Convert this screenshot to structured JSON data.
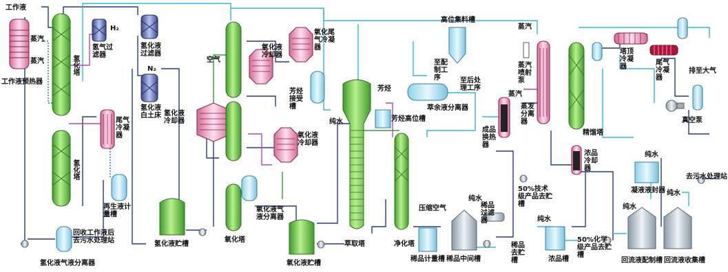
{
  "title": "",
  "labels": {
    "working_fluid": "工作液",
    "steam_1": "蒸汽",
    "steam_2": "蒸汽",
    "fluid_preheater": "工作液预热器",
    "hydrogenation_tower": "氢化塔",
    "h2_filter": "氢气过滤器",
    "h2": "H₂",
    "hydro_filter": "氢化液过滤器",
    "n2": "N₂",
    "clay_bed": "氢化液白土床",
    "tail_condenser_1": "尾气冷凝器",
    "regen_meter": "再生液计量槽",
    "return_to_wwtp": "回收工作液后去污水处理站",
    "hydro_separator": "氢化液气液分离器",
    "hydro_storage": "氢化液贮槽",
    "hydro_cooler": "氢化液冷却器",
    "air": "空气",
    "oxid_tower": "氧化塔",
    "oxid_cooler_1": "氧化液冷却器",
    "tail_cooler": "氧化尾气冷凝器",
    "arom_tank_1": "芳烃接受槽",
    "oxid_cooler_2": "氧化液冷却器",
    "oxid_separator": "氧化液气液分离器",
    "oxid_storage": "氧化液贮槽",
    "pure_water_1": "纯水",
    "extraction_tower": "萃取塔",
    "arom_label": "芳烃",
    "arom_high_tank": "芳烃高位槽",
    "purif_tower": "净化塔",
    "high_feed": "高位集料槽",
    "to_dosing": "至配制工序",
    "to_post": "至后处理工序",
    "raffinate_sep": "萃余液分离器",
    "comp_air": "压缩空气",
    "crude_meter": "稀品计量槽",
    "pure_water_2": "纯水",
    "filter": "稀品过滤器",
    "crude_mid": "稀品中间槽",
    "crude_storage": "稀品去贮槽",
    "prod_exchanger": "成品换热器",
    "steam_3": "蒸汽",
    "steam_jet": "蒸汽喷射泵",
    "steam_4": "蒸汽",
    "evaporator": "蒸发分离器",
    "tech_grade": "50%技术级产品去贮槽",
    "distill_tower": "精馏塔",
    "conc_cooler": "浓品冷却器",
    "pure_water_3": "纯水",
    "conc_tank": "浓品槽",
    "chem_grade": "50%化学级产品去贮槽",
    "tower_condenser": "塔顶冷凝器",
    "tail_condenser_2": "尾气冷凝器",
    "to_atmos": "排至大气",
    "vacuum_pump": "真空泵",
    "pure_water_4": "纯水",
    "condensate_sealed": "凝液液封器",
    "to_wwtp": "去污水处理站",
    "pure_water_5": "纯水",
    "pure_water_6": "纯水",
    "reflux_prep": "回流液配制槽",
    "reflux_collect": "回流液收集槽"
  }
}
